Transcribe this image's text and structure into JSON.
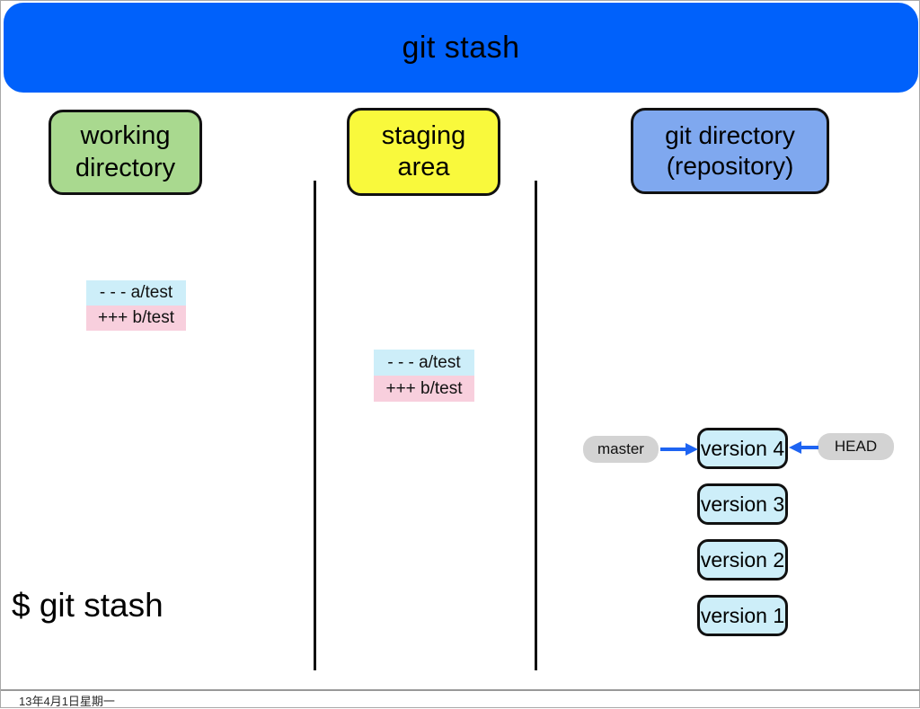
{
  "slide": {
    "title": "git stash",
    "command": "$ git stash",
    "footer_date": "13年4月1日星期一",
    "colors": {
      "header_bg": "#0061fb",
      "working_bg": "#a9d98f",
      "staging_bg": "#f9f93c",
      "repository_bg": "#7fa8ef",
      "commit_bg": "#cdeef9",
      "diff_removed_bg": "#cdeef9",
      "diff_added_bg": "#f8cfdd",
      "ref_label_bg": "#d3d3d3",
      "arrow": "#1e64f2"
    }
  },
  "columns": [
    {
      "id": "working-directory",
      "line1": "working",
      "line2": "directory"
    },
    {
      "id": "staging-area",
      "line1": "staging",
      "line2": "area"
    },
    {
      "id": "git-directory",
      "line1": "git directory",
      "line2": "(repository)"
    }
  ],
  "diffs": {
    "working": {
      "lines": [
        {
          "text": "- - - a/test"
        },
        {
          "text": "+++ b/test"
        }
      ]
    },
    "staging": {
      "lines": [
        {
          "text": "- - - a/test"
        },
        {
          "text": "+++ b/test"
        }
      ]
    }
  },
  "repository": {
    "versions": [
      "version 4",
      "version 3",
      "version 2",
      "version 1"
    ],
    "refs": {
      "master": "master",
      "head": "HEAD"
    }
  }
}
